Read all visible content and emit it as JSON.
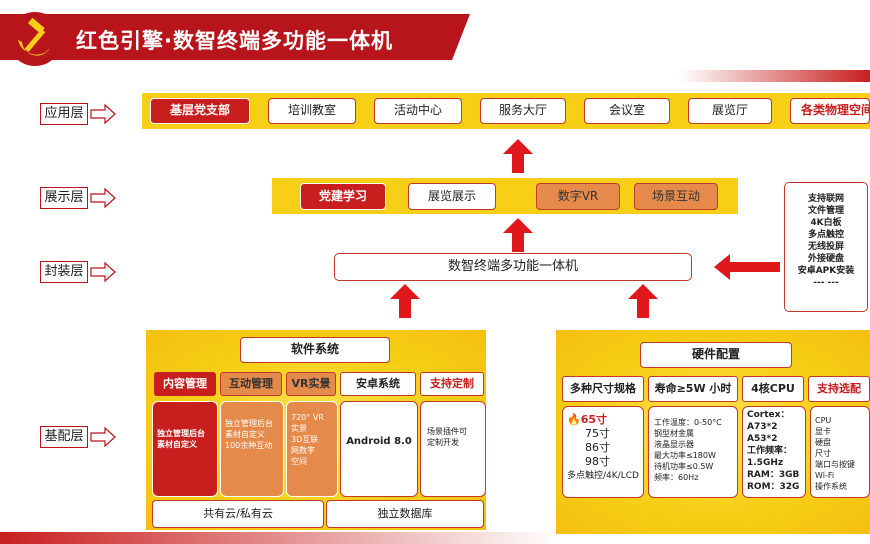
{
  "header": {
    "title": "红色引擎·数智终端多功能一体机"
  },
  "layers": {
    "app": "应用层",
    "display": "展示层",
    "package": "封装层",
    "base": "基配层"
  },
  "app_layer": {
    "items": [
      "基层党支部",
      "培训教室",
      "活动中心",
      "服务大厅",
      "会议室",
      "展览厅",
      "各类物理空间"
    ]
  },
  "display_layer": {
    "items": [
      "党建学习",
      "展览展示",
      "数字VR",
      "场景互动"
    ]
  },
  "package_layer": {
    "label": "数智终端多功能一体机"
  },
  "features": [
    "支持联网",
    "文件管理",
    "4K白板",
    "多点触控",
    "无线投屏",
    "外接硬盘",
    "安卓APK安装",
    "--- ---"
  ],
  "software": {
    "title": "软件系统",
    "headers": [
      "内容管理",
      "互动管理",
      "VR实景",
      "安卓系统",
      "支持定制"
    ],
    "cells": [
      "独立管理后台\n素材自定义",
      "独立管理后台\n素材自定义\n100余种互动",
      "720° VR\n实景\n3D互联\n网数字\n空间",
      "Android 8.0",
      "场景插件可\n定制开发"
    ],
    "footer": [
      "共有云/私有云",
      "独立数据库"
    ]
  },
  "hardware": {
    "title": "硬件配置",
    "headers": [
      "多种尺寸规格",
      "寿命≥5W 小时",
      "4核CPU",
      "支持选配"
    ],
    "sizes": [
      "65寸",
      "75寸",
      "86寸",
      "98寸",
      "多点触控/4K/LCD"
    ],
    "specs": "工作温度：0-50°C\n钢型材金属\n液晶显示器\n最大功率≤180W\n待机功率≤0.5W\n频率：60Hz",
    "cpu": "Cortex：\nA73*2\nA53*2\n工作频率：\n1.5GHz\nRAM：3GB\nROM：32G",
    "options": "CPU\n显卡\n硬盘\n尺寸\n端口与按键\nWi-Fi\n操作系统"
  },
  "colors": {
    "brand_red": "#b8141b",
    "accent_red": "#c81e1e",
    "band_yellow": "#f6cf16",
    "orange": "#e58a4b"
  }
}
